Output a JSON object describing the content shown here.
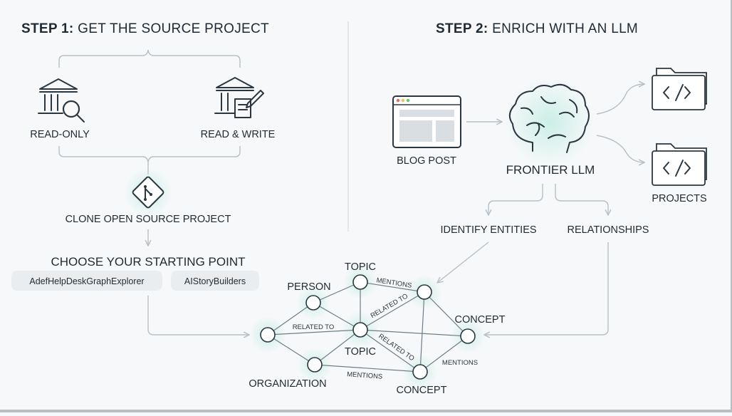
{
  "step1": {
    "heading_bold": "STEP 1:",
    "heading_rest": " GET THE SOURCE PROJECT",
    "read_only": "READ-ONLY",
    "read_write": "READ & WRITE",
    "clone": "CLONE OPEN SOURCE PROJECT",
    "choose": "CHOOSE YOUR STARTING POINT",
    "pills": [
      "AdefHelpDeskGraphExplorer",
      "AIStoryBuilders"
    ]
  },
  "step2": {
    "heading_bold": "STEP 2:",
    "heading_rest": " ENRICH WITH AN LLM",
    "blog_post": "BLOG POST",
    "frontier": "FRONTIER LLM",
    "projects": "PROJECTS",
    "identify": "IDENTIFY ENTITIES",
    "relationships": "RELATIONSHIPS"
  },
  "graph": {
    "nodes": {
      "topic_top": "TOPIC",
      "person": "PERSON",
      "topic_mid": "TOPIC",
      "concept_right": "CONCEPT",
      "organization": "ORGANIZATION",
      "concept_bottom": "CONCEPT"
    },
    "edges": {
      "mentions_top": "MENTIONS",
      "related_to_diag": "RELATED TO",
      "related_to_mid": "RELATED TO",
      "related_to_lower": "RELATED TO",
      "mentions_bottom": "MENTIONS",
      "mentions_right": "MENTIONS"
    }
  },
  "colors": {
    "text": "#1f2a33",
    "connector": "#b7c0c6",
    "glow": "#cfeee8"
  },
  "icons": [
    "bank-search-icon",
    "bank-edit-icon",
    "git-icon",
    "browser-window-icon",
    "brain-icon",
    "code-folder-icon"
  ]
}
